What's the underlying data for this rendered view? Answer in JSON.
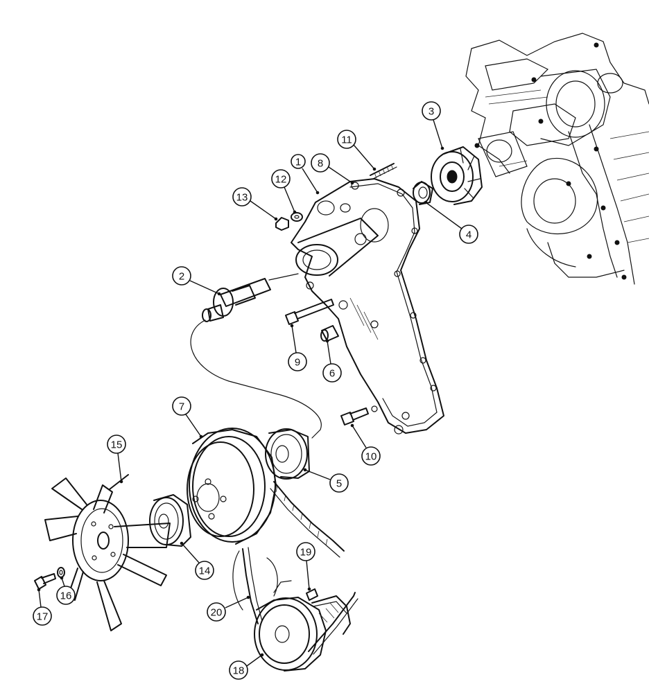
{
  "callouts": [
    {
      "number": "1"
    },
    {
      "number": "2"
    },
    {
      "number": "3"
    },
    {
      "number": "4"
    },
    {
      "number": "5"
    },
    {
      "number": "6"
    },
    {
      "number": "7"
    },
    {
      "number": "8"
    },
    {
      "number": "9"
    },
    {
      "number": "10"
    },
    {
      "number": "11"
    },
    {
      "number": "12"
    },
    {
      "number": "13"
    },
    {
      "number": "14"
    },
    {
      "number": "15"
    },
    {
      "number": "16"
    },
    {
      "number": "17"
    },
    {
      "number": "18"
    },
    {
      "number": "19"
    },
    {
      "number": "20"
    }
  ],
  "colors": {
    "line": "#111111",
    "background": "#ffffff"
  }
}
